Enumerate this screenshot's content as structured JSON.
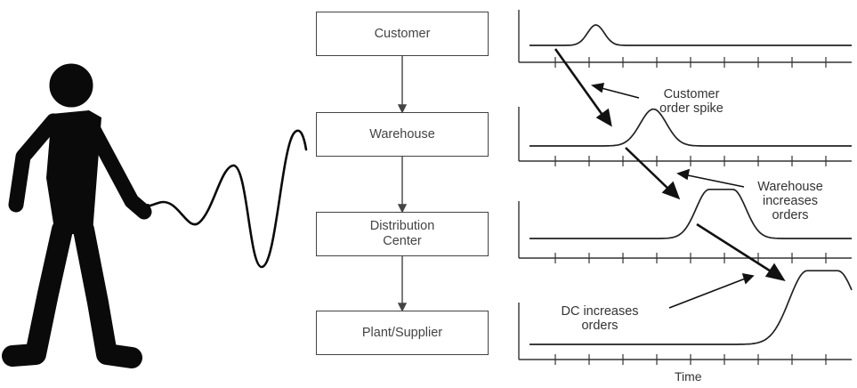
{
  "stages": [
    {
      "id": "customer",
      "label": "Customer"
    },
    {
      "id": "warehouse",
      "label": "Warehouse"
    },
    {
      "id": "distribution_center",
      "label": "Distribution\nCenter"
    },
    {
      "id": "plant_supplier",
      "label": "Plant/Supplier"
    }
  ],
  "annotations": [
    {
      "id": "customer_spike",
      "lines": [
        "Customer",
        "order spike"
      ]
    },
    {
      "id": "warehouse_increase",
      "lines": [
        "Warehouse",
        "increases",
        "orders"
      ]
    },
    {
      "id": "dc_increase",
      "lines": [
        "DC increases",
        "orders"
      ]
    }
  ],
  "chart_data": {
    "type": "line",
    "title": "",
    "xlabel": "Time",
    "ylabel": "",
    "x_ticks": 10,
    "series": [
      {
        "stage": "Customer",
        "peak_at": 1.2,
        "peak_height": 0.25,
        "width": 0.35,
        "plateau": 0
      },
      {
        "stage": "Warehouse",
        "peak_at": 2.9,
        "peak_height": 0.45,
        "width": 0.55,
        "plateau": 0
      },
      {
        "stage": "Distribution Center",
        "peak_at": 4.9,
        "peak_height": 0.6,
        "width": 0.55,
        "plateau": 0.35
      },
      {
        "stage": "Plant/Supplier",
        "peak_at": 7.9,
        "peak_height": 0.9,
        "width": 0.75,
        "plateau": 0.45
      }
    ]
  },
  "colors": {
    "ink": "#111111",
    "box_border": "#444444",
    "curve": "#222222"
  }
}
